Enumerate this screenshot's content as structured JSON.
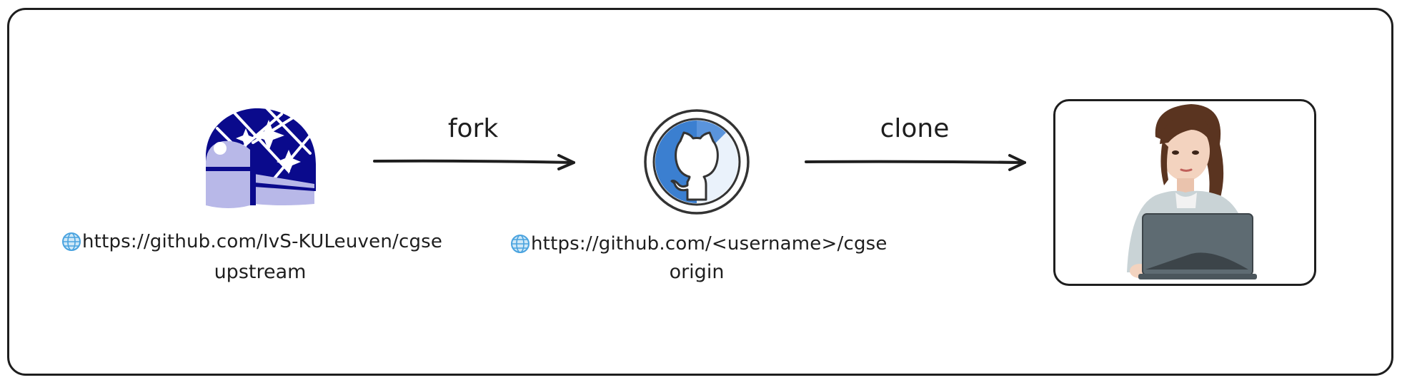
{
  "edges": {
    "fork_label": "fork",
    "clone_label": "clone"
  },
  "upstream": {
    "url": "https://github.com/IvS-KULeuven/cgse",
    "role": "upstream",
    "icon": "observatory-icon"
  },
  "origin": {
    "url": "https://github.com/<username>/cgse",
    "role": "origin",
    "icon": "github-octocat-icon"
  },
  "local": {
    "icon": "developer-with-laptop-illustration"
  },
  "colors": {
    "stroke": "#1e1e1e",
    "observatory_blue": "#0a0a8c",
    "observatory_lavender": "#b8b8e8",
    "github_blue": "#3b7fd0",
    "github_light": "#eaf2fb",
    "globe_blue": "#4aa3df"
  }
}
